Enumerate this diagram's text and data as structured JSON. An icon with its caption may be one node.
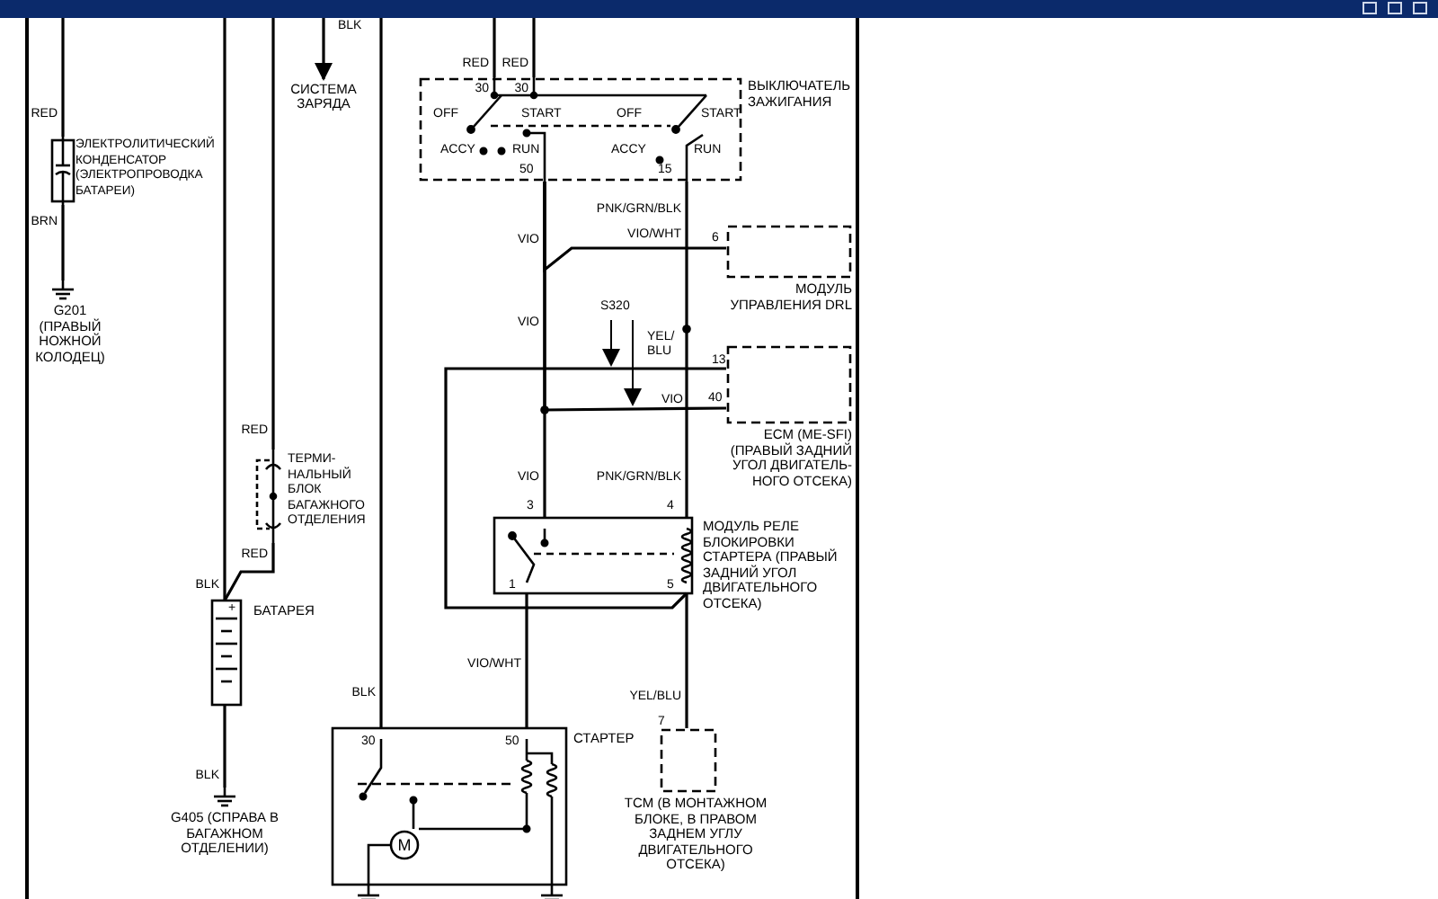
{
  "diagram": {
    "nodes": [
      {
        "text": [
          "ЭЛЕКТРОЛИТИЧЕСКИЙ КОНДЕНСАТОР (ЭЛЕКТРОПРОВОДКА БАТАРЕИ)"
        ]
      },
      {
        "text": [
          "G201 (ПРАВЫЙ НОЖНОЙ КОЛОДЕЦ)"
        ]
      },
      {
        "text": [
          "СИСТЕМА ЗАРЯДА"
        ]
      },
      {
        "text": [
          "ТЕРМИ- НАЛЬНЫЙ БЛОК БАГАЖНОГО ОТДЕЛЕНИЯ"
        ]
      },
      {
        "text": [
          "БАТАРЕЯ"
        ]
      },
      {
        "text": [
          "G405 (СПРАВА В БАГАЖНОМ ОТДЕЛЕНИИ)"
        ]
      },
      {
        "text": [
          "ВЫКЛЮЧАТЕЛЬ ЗАЖИГАНИЯ"
        ]
      },
      {
        "text": [
          "МОДУЛЬ УПРАВЛЕНИЯ DRL"
        ]
      },
      {
        "text": [
          "ECM (ME-SFI) (ПРАВЫЙ ЗАДНИЙ УГОЛ ДВИГАТЕЛЬ- НОГО ОТСЕКА)"
        ]
      },
      {
        "text": [
          "МОДУЛЬ РЕЛЕ БЛОКИРОВКИ СТАРТЕРА (ПРАВЫЙ ЗАДНИЙ УГОЛ ДВИГАТЕЛЬНОГО ОТСЕКА)"
        ]
      },
      {
        "text": [
          "СТАРТЕР"
        ]
      },
      {
        "text": [
          "M"
        ],
        "in": 10
      },
      {
        "text": [
          "TCM (В МОНТАЖНОМ БЛОКЕ, В ПРАВОМ ЗАДНЕМ УГЛУ ДВИГАТЕЛЬНОГО ОТСЕКА)"
        ]
      }
    ],
    "edges": [
      {
        "from": null,
        "to": 0,
        "arrow": "none",
        "label": "RED"
      },
      {
        "from": 0,
        "to": 1,
        "arrow": "none",
        "label": "BRN"
      },
      {
        "from": null,
        "to": 2,
        "arrow": "to"
      },
      {
        "from": null,
        "to": 3,
        "arrow": "none",
        "label": "RED"
      },
      {
        "from": 3,
        "to": 4,
        "arrow": "none",
        "label": "RED"
      },
      {
        "from": null,
        "to": 4,
        "arrow": "none",
        "label": "BLK"
      },
      {
        "from": 4,
        "to": 5,
        "arrow": "none",
        "label": "BLK"
      },
      {
        "from": null,
        "to": 6,
        "arrow": "none",
        "label": "RED"
      },
      {
        "from": null,
        "to": 6,
        "arrow": "none",
        "label": "RED"
      },
      {
        "from": 6,
        "to": 7,
        "arrow": "none",
        "label": "VIO/WHT"
      },
      {
        "from": 6,
        "to": 8,
        "arrow": "none",
        "label": "VIO"
      },
      {
        "from": 6,
        "to": 9,
        "arrow": "none",
        "label": "VIO"
      },
      {
        "from": 6,
        "to": 9,
        "arrow": "none",
        "label": "PNK/GRN/BLK"
      },
      {
        "from": 9,
        "to": 8,
        "arrow": "none",
        "label": "YEL/ BLU"
      },
      {
        "from": null,
        "to": 10,
        "arrow": "none",
        "label": "BLK"
      },
      {
        "from": 9,
        "to": 10,
        "arrow": "none",
        "label": "VIO/WHT"
      },
      {
        "from": 9,
        "to": 12,
        "arrow": "none",
        "label": "YEL/BLU"
      }
    ],
    "labels": [
      "BLK",
      "30",
      "30",
      "OFF",
      "START",
      "OFF",
      "START",
      "ACCY",
      "RUN",
      "ACCY",
      "RUN",
      "50",
      "15",
      "VIO",
      "PNK/GRN/BLK",
      "6",
      "VIO",
      "S320",
      "13",
      "40",
      "3",
      "4",
      "1",
      "5",
      "+",
      "7",
      "30",
      "50"
    ]
  }
}
